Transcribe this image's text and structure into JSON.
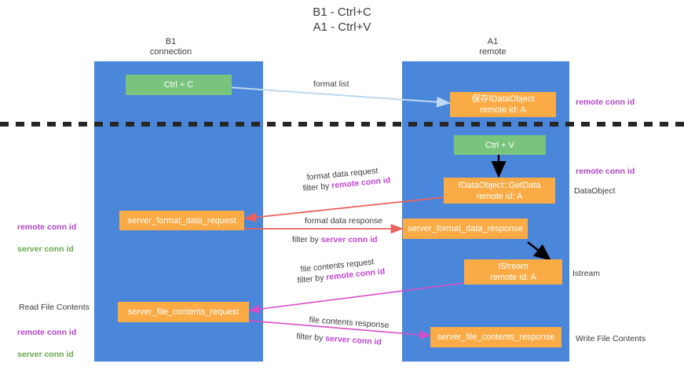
{
  "title": "B1 - Ctrl+C\nA1 - Ctrl+V",
  "columns": {
    "left": "B1\nconnection",
    "right": "A1\nremote"
  },
  "colors": {
    "lane": "#4a86da",
    "green_node": "#79c47d",
    "orange_node": "#fbab45",
    "remote_conn_id": "#b046c8",
    "server_conn_id": "#6aa84f",
    "arrow_format_list": "#bcd9f2",
    "arrow_format_data": "#e8635f",
    "arrow_file_contents": "#d64fc8",
    "arrow_black": "#000000",
    "divider": "#262626"
  },
  "nodes": {
    "ctrl_c": "Ctrl + C",
    "ctrl_v": "Ctrl + V",
    "save_idataobject": "保存IDataObject\nremote id: A",
    "getdata": "IDataObject::GetData\nremote id: A",
    "istream": "IStream\nremote id: A",
    "server_format_data_request": "server_format_data_request",
    "server_format_data_response": "server_format_data_response",
    "server_file_contents_request": "server_file_contents_request",
    "server_file_contents_response": "server_file_contents_response"
  },
  "edge_labels": {
    "format_list": "format list",
    "format_data_request": "format data request",
    "format_data_request_filter_prefix": "filter by ",
    "format_data_request_filter_key": "remote conn id",
    "format_data_response": "format data response",
    "format_data_response_filter_prefix": "filter by ",
    "format_data_response_filter_key": "server conn id",
    "file_contents_request": "file contents request",
    "file_contents_request_filter_prefix": "filter by ",
    "file_contents_request_filter_key": "remote conn id",
    "file_contents_response": "file contents response",
    "file_contents_response_filter_prefix": "filter by ",
    "file_contents_response_filter_key": "server conn id"
  },
  "annotations": {
    "right_remote_conn_id_top": "remote conn id",
    "right_remote_conn_id_mid": "remote conn id",
    "right_dataobject": "DataObject",
    "right_istream": "Istream",
    "right_write_file_contents": "Write File Contents",
    "left_remote_conn_id": "remote conn id",
    "left_server_conn_id": "server conn id",
    "left_read_file_contents": "Read File Contents",
    "left_remote_conn_id_2": "remote conn id",
    "left_server_conn_id_2": "server conn id"
  }
}
